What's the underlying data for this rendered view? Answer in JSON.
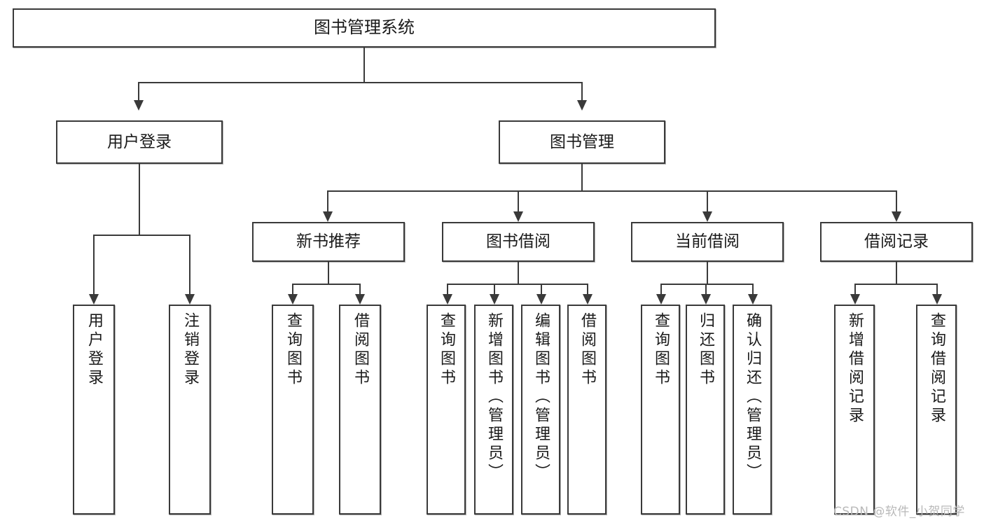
{
  "diagram": {
    "title": "图书管理系统",
    "type": "hierarchy-tree",
    "orientation": "top-down",
    "colors": {
      "border": "#3a3a3a",
      "background": "#ffffff",
      "text": "#1a1a1a",
      "watermark": "#b9b9b9"
    },
    "root": {
      "label": "图书管理系统"
    },
    "level2": [
      {
        "label": "用户登录"
      },
      {
        "label": "图书管理"
      }
    ],
    "level3": [
      {
        "label": "新书推荐"
      },
      {
        "label": "图书借阅"
      },
      {
        "label": "当前借阅"
      },
      {
        "label": "借阅记录"
      }
    ],
    "leaves": {
      "user_login": [
        {
          "label": "用户登录"
        },
        {
          "label": "注销登录"
        }
      ],
      "new_book_recommend": [
        {
          "label": "查询图书"
        },
        {
          "label": "借阅图书"
        }
      ],
      "book_borrow": [
        {
          "label": "查询图书"
        },
        {
          "label": "新增图书（管理员）"
        },
        {
          "label": "编辑图书（管理员）"
        },
        {
          "label": "借阅图书"
        }
      ],
      "current_borrow": [
        {
          "label": "查询图书"
        },
        {
          "label": "归还图书"
        },
        {
          "label": "确认归还（管理员）"
        }
      ],
      "borrow_record": [
        {
          "label": "新增借阅记录"
        },
        {
          "label": "查询借阅记录"
        }
      ]
    }
  },
  "watermark": {
    "text": "CSDN @软件_小贺同学"
  }
}
